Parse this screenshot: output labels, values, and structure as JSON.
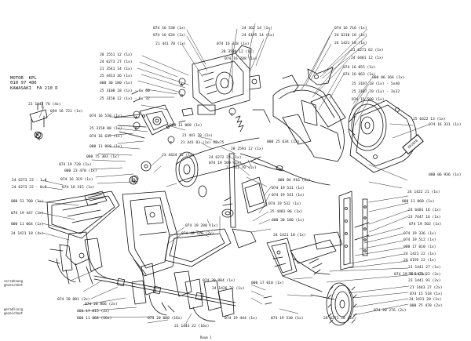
{
  "motor": {
    "label": "MOTOR  KPL\n010 97 486\nKAWASAKI  FA 210 D"
  },
  "stamp": "ED1020",
  "footnotes": {
    "left_top": "verzahnung\ngezeichnet",
    "left_bottom": "geradlinig\ngezeichnet",
    "bottom_center": "Raum  1"
  },
  "markers": [
    "A",
    "B",
    "C",
    "A",
    "B",
    "C",
    "X",
    "X"
  ],
  "callouts": [
    {
      "text": "074 16 538 (1x)"
    },
    {
      "text": "074 16 634 (1x)"
    },
    {
      "text": "21 441 70  (1x)"
    },
    {
      "text": "074 16 318 (1x)"
    },
    {
      "text": "24 362 14  (1x)"
    },
    {
      "text": "24 6195 14  (1x)"
    },
    {
      "text": "074 16 716 (1x)"
    },
    {
      "text": "24 6210 18  (1x)"
    },
    {
      "text": "24 1421 18  (1x)"
    },
    {
      "text": "28 2551 12 (1x)"
    },
    {
      "text": "24 6273 27 (1x)"
    },
    {
      "text": "21 3541 14 (1x)"
    },
    {
      "text": "25 4413 36  (1x)"
    },
    {
      "text": "000 30 180  (1x)"
    },
    {
      "text": "25 3108 18 (1x) - 6x 60"
    },
    {
      "text": "25 3158 12 (1x) - 6x 32"
    },
    {
      "text": "28 3580 12 (1x)"
    },
    {
      "text": "074 16 288 (1x)"
    },
    {
      "text": "21 6271 62 (1x)"
    },
    {
      "text": "24 6481 12 (1x)"
    },
    {
      "text": "074 16 055 (1x)"
    },
    {
      "text": "074 16 063 (1x)"
    },
    {
      "text": "000 06 166 (1x)"
    },
    {
      "text": "25 3107 18 (1x) - 5x40"
    },
    {
      "text": "25 3107 70 (1x) - 3x32"
    },
    {
      "text": "074 15 500 (1x)"
    },
    {
      "text": "25 6422 13 (1x)"
    },
    {
      "text": "074 16 331 (1x)"
    },
    {
      "text": "21 1442 76 (4x)"
    },
    {
      "text": "074 16 721 (1x)"
    },
    {
      "text": "074 16 538 (1x)"
    },
    {
      "text": "25 3158 08 (1x)"
    },
    {
      "text": "074 16 635 (1x)"
    },
    {
      "text": "000 11 068 (1x)"
    },
    {
      "text": "21 441 70  (1x)"
    },
    {
      "text": "21 441 83 (1x)  M8x75"
    },
    {
      "text": "28 2591 12 (1x)"
    },
    {
      "text": "000 25 634 (1x)"
    },
    {
      "text": "000 11 068 (1x)"
    },
    {
      "text": "000 75 303 (1x)"
    },
    {
      "text": "074 19 720 (1x)"
    },
    {
      "text": "000 23 470 (1x)"
    },
    {
      "text": "074 16 319 (1x)"
    },
    {
      "text": "074 16 315 (1x)"
    },
    {
      "text": "23 4434 32 (1x)"
    },
    {
      "text": "24 6272 27 (1x)"
    },
    {
      "text": "074 19 500 (1x)"
    },
    {
      "text": "21 441 70  (1x)"
    },
    {
      "text": "24 6273 23  - 1,0"
    },
    {
      "text": "24 6273 22  - 0,5"
    },
    {
      "text": "000 51 700  (1x)"
    },
    {
      "text": "074 19 447 (1x)"
    },
    {
      "text": "000 11 064 (1x)"
    },
    {
      "text": "24 1421 18 (4x)"
    },
    {
      "text": "000 06 936 (1x)"
    },
    {
      "text": "000 04 916 (2x)"
    },
    {
      "text": "074 19 531 (1x)"
    },
    {
      "text": "074 19 541 (1x)"
    },
    {
      "text": "074 19 532 (1x)"
    },
    {
      "text": "25 4401 86 (1x)"
    },
    {
      "text": "000 30 180 (1x)"
    },
    {
      "text": "24 1421 18 (1x)"
    },
    {
      "text": "24 1422 21 (1x)"
    },
    {
      "text": "000 11 060 (1x)"
    },
    {
      "text": "24 6481 16 (1x)"
    },
    {
      "text": "23 7447 16 (1x)"
    },
    {
      "text": "074 19 502 (1x)"
    },
    {
      "text": "074 19 336 (1x)"
    },
    {
      "text": "074 19 512 (1x)"
    },
    {
      "text": "000 17 010 (1x)"
    },
    {
      "text": "24 1421 22 (1x)"
    },
    {
      "text": "24 6195 22 (1x)"
    },
    {
      "text": "21 1441 27 (1x)"
    },
    {
      "text": "074 19 280 (1x)"
    },
    {
      "text": "074 48 126 (2x)"
    },
    {
      "text": "074 19 516 (1x)"
    },
    {
      "text": "24 1421 22 (2x)"
    },
    {
      "text": "23 1441 91 (2x)"
    },
    {
      "text": "24 1421 20 (1x)"
    },
    {
      "text": "074 20 801 (2x)"
    },
    {
      "text": "074 20 806 (2x)"
    },
    {
      "text": "000 17 815 (2x)"
    },
    {
      "text": "000 11 064 (16x)"
    },
    {
      "text": "074 20 000 (16x)"
    },
    {
      "text": "21 1443 22 (16x)"
    },
    {
      "text": "074 20 804 (1x)"
    },
    {
      "text": "24 1426 22 (1x)"
    },
    {
      "text": "000 17 010 (1x)"
    },
    {
      "text": "074 19 444 (1x)"
    },
    {
      "text": "074 19 530 (1x)"
    },
    {
      "text": "26 6271 20 (2x)"
    },
    {
      "text": "074 20 276 (2x)"
    },
    {
      "text": "21 1443 27 (2x)"
    },
    {
      "text": "074 15 518 (1x)"
    },
    {
      "text": "000 75 478 (2x)"
    }
  ]
}
